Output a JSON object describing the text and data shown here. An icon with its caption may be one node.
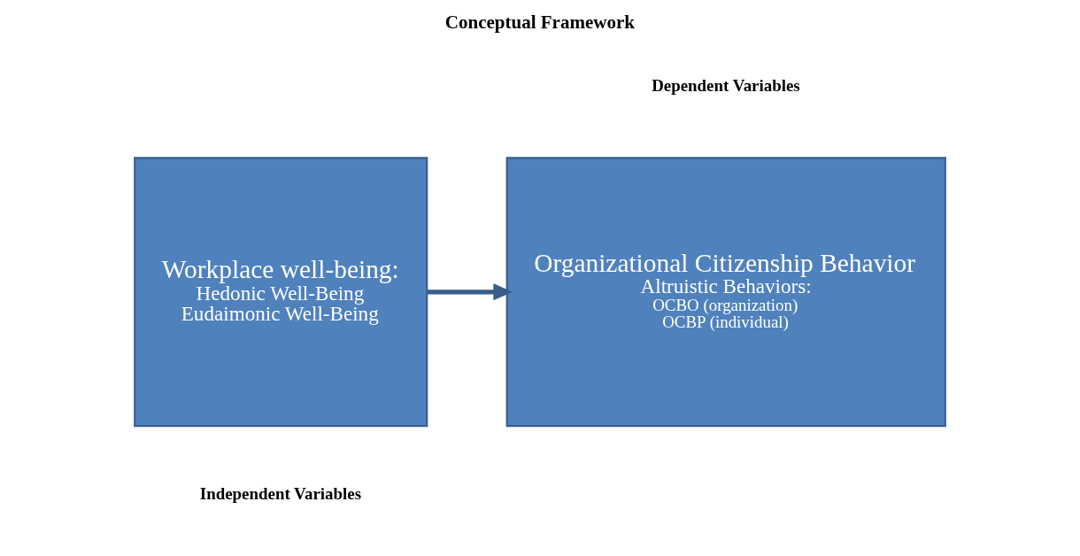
{
  "diagram": {
    "title": "Conceptual Framework",
    "nodes": [
      {
        "text": [
          "Workplace well-being:",
          "Hedonic Well-Being",
          "Eudaimonic Well-Being"
        ]
      },
      {
        "text": [
          "Organizational Citizenship Behavior",
          "Altruistic Behaviors:",
          "OCBO (organization)",
          "OCBP (individual)"
        ]
      }
    ],
    "edges": [
      {
        "from": 0,
        "to": 1,
        "arrow": "to"
      }
    ],
    "labels": [
      "Independent Variables",
      "Dependent Variables"
    ]
  }
}
